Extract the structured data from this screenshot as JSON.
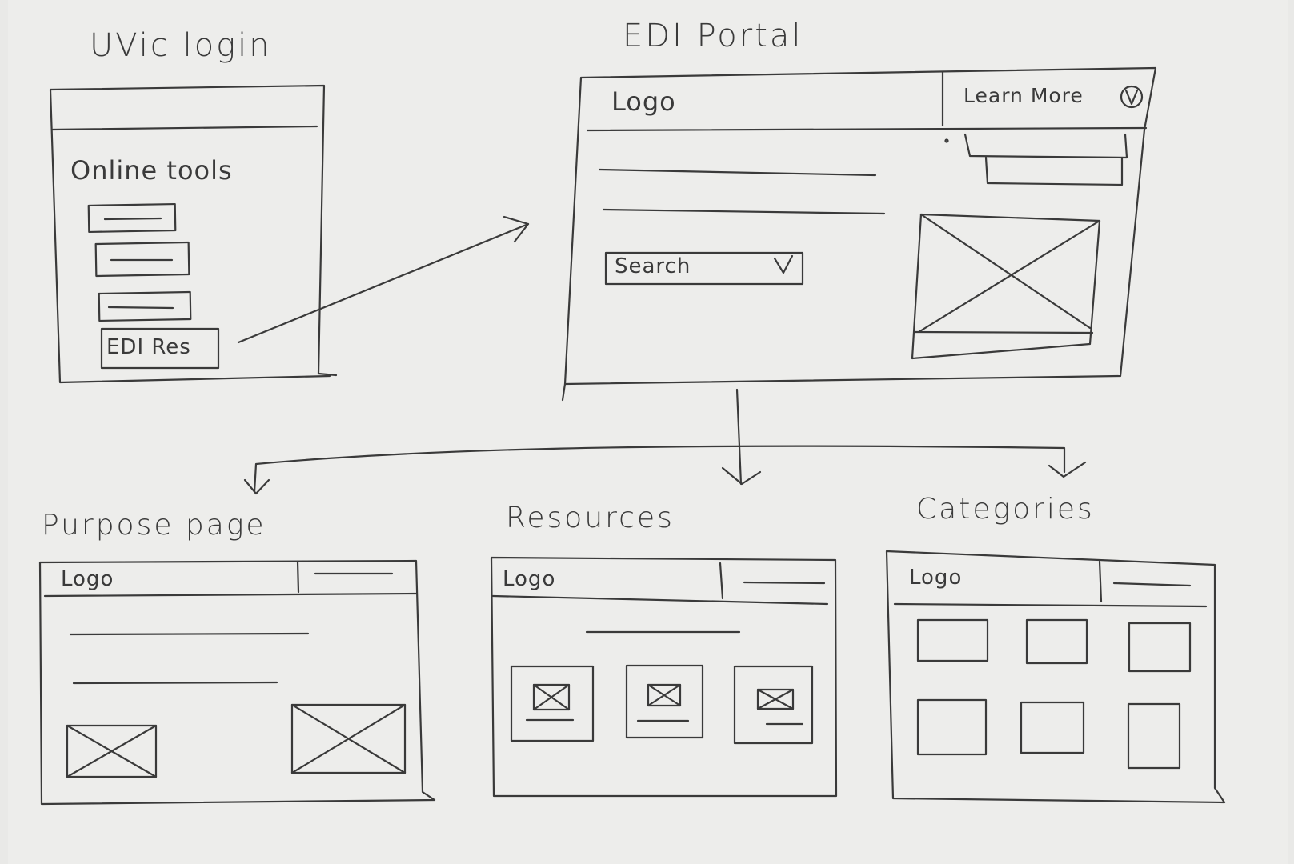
{
  "colors": {
    "paper": "#ededeb",
    "ink": "#3a3a3a"
  },
  "login": {
    "title": "UVic login",
    "section_label": "Online tools",
    "edi_button_label": "EDI Res"
  },
  "portal": {
    "title": "EDI Portal",
    "logo": "Logo",
    "learn_more": "Learn More",
    "learn_more_icon": "chevron-down-icon",
    "search_label": "Search",
    "search_icon": "chevron-down-icon"
  },
  "purpose": {
    "title": "Purpose page",
    "logo": "Logo"
  },
  "resources": {
    "title": "Resources",
    "logo": "Logo"
  },
  "categories": {
    "title": "Categories",
    "logo": "Logo"
  }
}
